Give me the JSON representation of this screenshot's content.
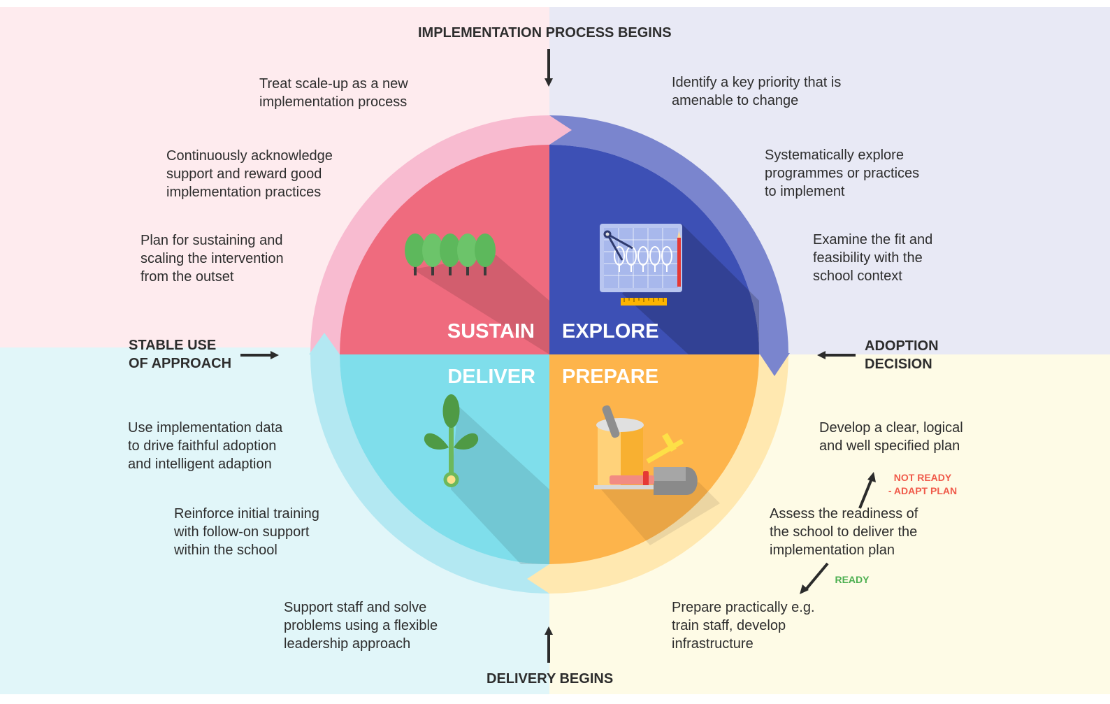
{
  "colors": {
    "sustain": "#ef6b7e",
    "explore": "#3d50b5",
    "deliver": "#7fdeeb",
    "prepare": "#fdb44b",
    "bg_sustain": "#feebee",
    "bg_explore": "#e8e9f5",
    "bg_deliver": "#e1f6f9",
    "bg_prepare": "#fefbe6",
    "ready": "#4caf50",
    "not_ready": "#f05a4a"
  },
  "headers": {
    "top": "IMPLEMENTATION PROCESS BEGINS",
    "bottom": "DELIVERY BEGINS",
    "left": "STABLE USE\nOF APPROACH",
    "right": "ADOPTION\nDECISION"
  },
  "quadrants": {
    "sustain": {
      "label": "SUSTAIN",
      "icon": "trees-icon"
    },
    "explore": {
      "label": "EXPLORE",
      "icon": "blueprint-icon"
    },
    "deliver": {
      "label": "DELIVER",
      "icon": "sprout-icon"
    },
    "prepare": {
      "label": "PREPARE",
      "icon": "tools-icon"
    }
  },
  "steps": {
    "sustain_1": "Treat scale-up as a new\nimplementation process",
    "sustain_2": "Continuously acknowledge\nsupport and reward good\nimplementation practices",
    "sustain_3": "Plan for sustaining and\nscaling the intervention\nfrom the outset",
    "explore_1": "Identify a key priority that is\namenable to change",
    "explore_2": "Systematically explore\nprogrammes or practices\nto implement",
    "explore_3": "Examine the fit and\nfeasibility with the\nschool context",
    "deliver_1": "Use implementation data\nto drive faithful adoption\nand intelligent adaption",
    "deliver_2": "Reinforce initial training\nwith follow-on support\nwithin the school",
    "deliver_3": "Support staff and solve\nproblems using a flexible\nleadership approach",
    "prepare_1": "Develop a clear, logical\nand well specified plan",
    "prepare_2": "Assess the readiness of\nthe school to deliver the\nimplementation plan",
    "prepare_3": "Prepare practically e.g.\ntrain staff, develop\ninfrastructure"
  },
  "branches": {
    "not_ready": "NOT READY\n- ADAPT PLAN",
    "ready": "READY"
  }
}
